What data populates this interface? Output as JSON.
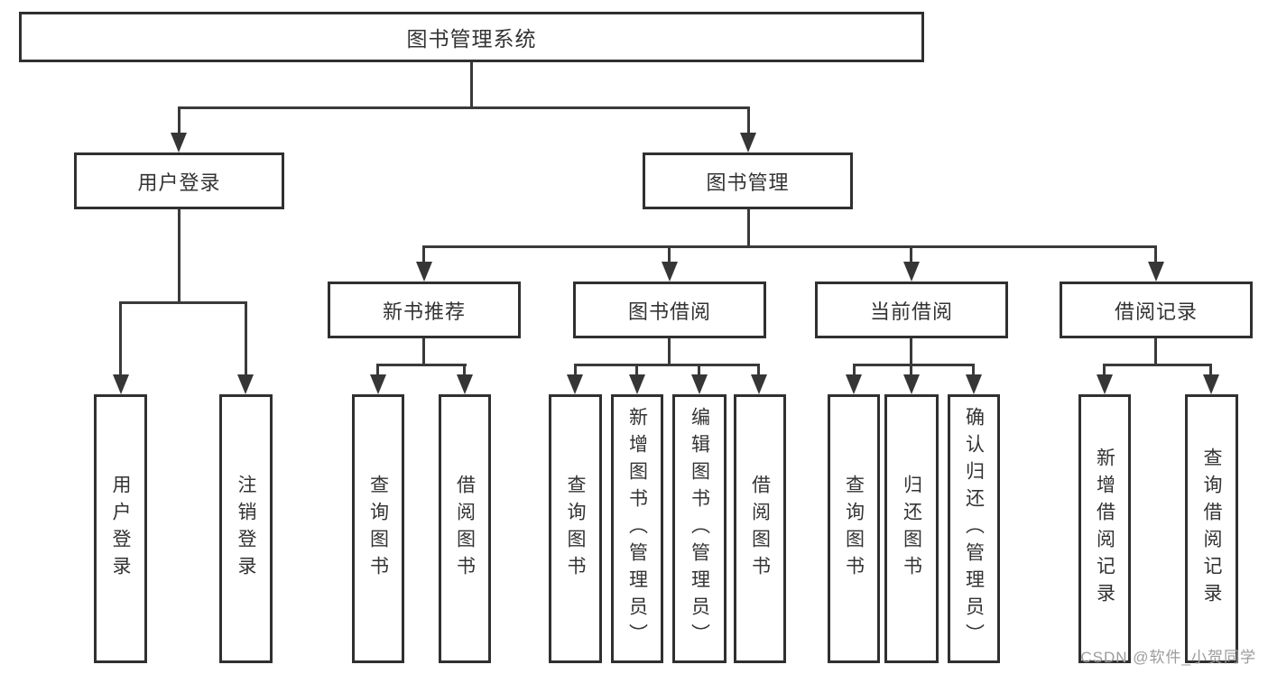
{
  "diagram": {
    "root": {
      "label": "图书管理系统"
    },
    "level2": [
      {
        "label": "用户登录"
      },
      {
        "label": "图书管理"
      }
    ],
    "level3": [
      {
        "label": "新书推荐"
      },
      {
        "label": "图书借阅"
      },
      {
        "label": "当前借阅"
      },
      {
        "label": "借阅记录"
      }
    ],
    "leaves": [
      {
        "label": "用户登录"
      },
      {
        "label": "注销登录"
      },
      {
        "label": "查询图书"
      },
      {
        "label": "借阅图书"
      },
      {
        "label": "查询图书"
      },
      {
        "label": "新增图书（管理员）"
      },
      {
        "label": "编辑图书（管理员）"
      },
      {
        "label": "借阅图书"
      },
      {
        "label": "查询图书"
      },
      {
        "label": "归还图书"
      },
      {
        "label": "确认归还（管理员）"
      },
      {
        "label": "新增借阅记录"
      },
      {
        "label": "查询借阅记录"
      }
    ],
    "edges": [
      {
        "from": "图书管理系统",
        "to": "用户登录"
      },
      {
        "from": "图书管理系统",
        "to": "图书管理"
      },
      {
        "from": "用户登录",
        "to": "用户登录"
      },
      {
        "from": "用户登录",
        "to": "注销登录"
      },
      {
        "from": "图书管理",
        "to": "新书推荐"
      },
      {
        "from": "图书管理",
        "to": "图书借阅"
      },
      {
        "from": "图书管理",
        "to": "当前借阅"
      },
      {
        "from": "图书管理",
        "to": "借阅记录"
      },
      {
        "from": "新书推荐",
        "to": "查询图书"
      },
      {
        "from": "新书推荐",
        "to": "借阅图书"
      },
      {
        "from": "图书借阅",
        "to": "查询图书"
      },
      {
        "from": "图书借阅",
        "to": "新增图书（管理员）"
      },
      {
        "from": "图书借阅",
        "to": "编辑图书（管理员）"
      },
      {
        "from": "图书借阅",
        "to": "借阅图书"
      },
      {
        "from": "当前借阅",
        "to": "查询图书"
      },
      {
        "from": "当前借阅",
        "to": "归还图书"
      },
      {
        "from": "当前借阅",
        "to": "确认归还（管理员）"
      },
      {
        "from": "借阅记录",
        "to": "新增借阅记录"
      },
      {
        "from": "借阅记录",
        "to": "查询借阅记录"
      }
    ]
  },
  "watermark": {
    "text": "CSDN @软件_小贺同学"
  },
  "colors": {
    "line": "#3a3a3a",
    "box_border": "#303030",
    "box_fill": "#ffffff",
    "text": "#333333",
    "watermark": "#9c9c9c",
    "background": "#ffffff"
  }
}
